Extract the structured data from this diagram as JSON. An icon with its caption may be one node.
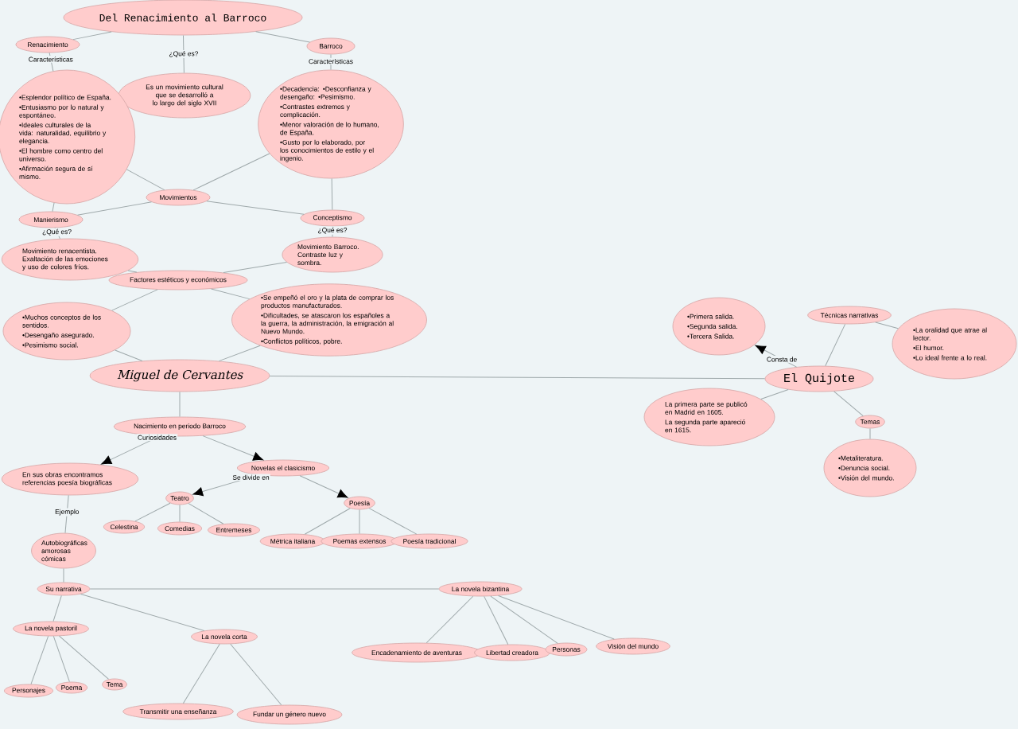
{
  "diagram": {
    "nodes": [
      {
        "text": [
          "Del Renacimiento al Barroco"
        ]
      },
      {
        "text": [
          "Renacimiento"
        ]
      },
      {
        "text": [
          "Barroco"
        ]
      },
      {
        "text": [
          "Es un movimiento cultural que se desarrolló a lo largo del siglo XVII"
        ]
      },
      {
        "text": [
          "•Esplendor político de España.",
          "•Entusiasmo por lo natural y espontáneo.",
          "•Ideales culturales de la vida: naturalidad, equilibrio y elegancia.",
          "•El hombre como centro del universo.",
          "•Afirmación segura de sí mismo."
        ]
      },
      {
        "text": [
          "•Decadencia: •Desconfianza y desengaño: •Pesimismo.",
          "•Contrastes extremos y complicación.",
          "•Menor valoración de lo humano, de España.",
          "•Gusto por lo elaborado, por los conocimientos de estilo y el ingenio."
        ]
      },
      {
        "text": [
          "Movimientos"
        ]
      },
      {
        "text": [
          "Manierismo"
        ]
      },
      {
        "text": [
          "Conceptismo"
        ]
      },
      {
        "text": [
          "Movimiento renacentista. Exaltación de las emociones y uso de colores fríos."
        ]
      },
      {
        "text": [
          "Movimiento Barroco. Contraste luz y sombra."
        ]
      },
      {
        "text": [
          "Factores estéticos y económicos"
        ]
      },
      {
        "text": [
          "•Muchos conceptos de los sentidos.",
          "•Desengaño asegurado.",
          "•Pesimismo social."
        ]
      },
      {
        "text": [
          "•Se empeñó el oro y la plata de comprar los productos manufacturados.",
          "•Dificultades, se atascaron los españoles a la guerra, la administración, la emigración al Nuevo Mundo.",
          "•Conflictos políticos, pobre."
        ]
      },
      {
        "text": [
          "Miguel de Cervantes"
        ]
      },
      {
        "text": [
          "El Quijote"
        ]
      },
      {
        "text": [
          "Nacimiento en periodo Barroco"
        ]
      },
      {
        "text": [
          "En sus obras encontramos referencias poesía biográficas"
        ]
      },
      {
        "text": [
          "Novelas el clasicismo"
        ]
      },
      {
        "text": [
          "Teatro"
        ]
      },
      {
        "text": [
          "Poesía"
        ]
      },
      {
        "text": [
          "Celestina"
        ]
      },
      {
        "text": [
          "Comedias"
        ]
      },
      {
        "text": [
          "Entremeses"
        ]
      },
      {
        "text": [
          "Métrica italiana"
        ]
      },
      {
        "text": [
          "Poemas extensos"
        ]
      },
      {
        "text": [
          "Poesía tradicional"
        ]
      },
      {
        "text": [
          "Autobiográficas amorosas cómicas"
        ]
      },
      {
        "text": [
          "Su narrativa"
        ]
      },
      {
        "text": [
          "La novela bizantina"
        ]
      },
      {
        "text": [
          "La novela pastoril"
        ]
      },
      {
        "text": [
          "La novela corta"
        ]
      },
      {
        "text": [
          "Personajes"
        ]
      },
      {
        "text": [
          "Poema"
        ]
      },
      {
        "text": [
          "Tema"
        ]
      },
      {
        "text": [
          "Transmitir una enseñanza"
        ]
      },
      {
        "text": [
          "Fundar un género nuevo"
        ]
      },
      {
        "text": [
          "Encadenamiento de aventuras"
        ]
      },
      {
        "text": [
          "Libertad creadora"
        ]
      },
      {
        "text": [
          "Personas"
        ]
      },
      {
        "text": [
          "Visión del mundo"
        ]
      },
      {
        "text": [
          "•Primera salida.",
          "•Segunda salida.",
          "•Tercera Salida."
        ]
      },
      {
        "text": [
          "Técnicas narrativas"
        ]
      },
      {
        "text": [
          "•La oralidad que atrae al lector.",
          "•El humor.",
          "•Lo ideal frente a lo real."
        ]
      },
      {
        "text": [
          "La primera parte se publicó en Madrid en 1605.",
          "La segunda parte apareció en 1615."
        ]
      },
      {
        "text": [
          "Temas"
        ]
      },
      {
        "text": [
          "•Metaliteratura.",
          "•Denuncia social.",
          "•Visión del mundo."
        ]
      }
    ],
    "edges": [
      {
        "from": 0,
        "to": 1,
        "arrow": "none"
      },
      {
        "from": 0,
        "to": 2,
        "arrow": "none"
      },
      {
        "from": 0,
        "to": 3,
        "arrow": "none",
        "label": "¿Qué es?"
      },
      {
        "from": 1,
        "to": 4,
        "arrow": "none",
        "label": "Características"
      },
      {
        "from": 2,
        "to": 5,
        "arrow": "none",
        "label": "Características"
      },
      {
        "from": 4,
        "to": 6,
        "arrow": "none"
      },
      {
        "from": 5,
        "to": 6,
        "arrow": "none"
      },
      {
        "from": 6,
        "to": 7,
        "arrow": "none"
      },
      {
        "from": 6,
        "to": 8,
        "arrow": "none"
      },
      {
        "from": 4,
        "to": 7,
        "arrow": "none"
      },
      {
        "from": 5,
        "to": 8,
        "arrow": "none"
      },
      {
        "from": 7,
        "to": 9,
        "arrow": "none",
        "label": "¿Qué es?"
      },
      {
        "from": 8,
        "to": 10,
        "arrow": "none",
        "label": "¿Qué es?"
      },
      {
        "from": 9,
        "to": 11,
        "arrow": "none"
      },
      {
        "from": 10,
        "to": 11,
        "arrow": "none"
      },
      {
        "from": 11,
        "to": 12,
        "arrow": "none"
      },
      {
        "from": 11,
        "to": 13,
        "arrow": "none"
      },
      {
        "from": 12,
        "to": 14,
        "arrow": "none"
      },
      {
        "from": 13,
        "to": 14,
        "arrow": "none"
      },
      {
        "from": 14,
        "to": 15,
        "arrow": "none"
      },
      {
        "from": 14,
        "to": 16,
        "arrow": "none"
      },
      {
        "from": 16,
        "to": 17,
        "arrow": "to",
        "label": "Curiosidades"
      },
      {
        "from": 16,
        "to": 18,
        "arrow": "to"
      },
      {
        "from": 18,
        "to": 19,
        "arrow": "to",
        "label": "Se divide en"
      },
      {
        "from": 18,
        "to": 20,
        "arrow": "to"
      },
      {
        "from": 19,
        "to": 21,
        "arrow": "none"
      },
      {
        "from": 19,
        "to": 22,
        "arrow": "none"
      },
      {
        "from": 19,
        "to": 23,
        "arrow": "none"
      },
      {
        "from": 20,
        "to": 24,
        "arrow": "none"
      },
      {
        "from": 20,
        "to": 25,
        "arrow": "none"
      },
      {
        "from": 20,
        "to": 26,
        "arrow": "none"
      },
      {
        "from": 17,
        "to": 27,
        "arrow": "none",
        "label": "Ejemplo"
      },
      {
        "from": 27,
        "to": 28,
        "arrow": "none"
      },
      {
        "from": 28,
        "to": 29,
        "arrow": "none"
      },
      {
        "from": 28,
        "to": 30,
        "arrow": "none"
      },
      {
        "from": 28,
        "to": 31,
        "arrow": "none"
      },
      {
        "from": 30,
        "to": 32,
        "arrow": "none"
      },
      {
        "from": 30,
        "to": 33,
        "arrow": "none"
      },
      {
        "from": 30,
        "to": 34,
        "arrow": "none"
      },
      {
        "from": 31,
        "to": 35,
        "arrow": "none"
      },
      {
        "from": 31,
        "to": 36,
        "arrow": "none"
      },
      {
        "from": 29,
        "to": 37,
        "arrow": "none"
      },
      {
        "from": 29,
        "to": 38,
        "arrow": "none"
      },
      {
        "from": 29,
        "to": 39,
        "arrow": "none"
      },
      {
        "from": 29,
        "to": 40,
        "arrow": "none"
      },
      {
        "from": 15,
        "to": 41,
        "arrow": "to",
        "label": "Consta de"
      },
      {
        "from": 15,
        "to": 42,
        "arrow": "none"
      },
      {
        "from": 42,
        "to": 43,
        "arrow": "none"
      },
      {
        "from": 15,
        "to": 44,
        "arrow": "none"
      },
      {
        "from": 15,
        "to": 45,
        "arrow": "none"
      },
      {
        "from": 45,
        "to": 46,
        "arrow": "none"
      }
    ]
  }
}
